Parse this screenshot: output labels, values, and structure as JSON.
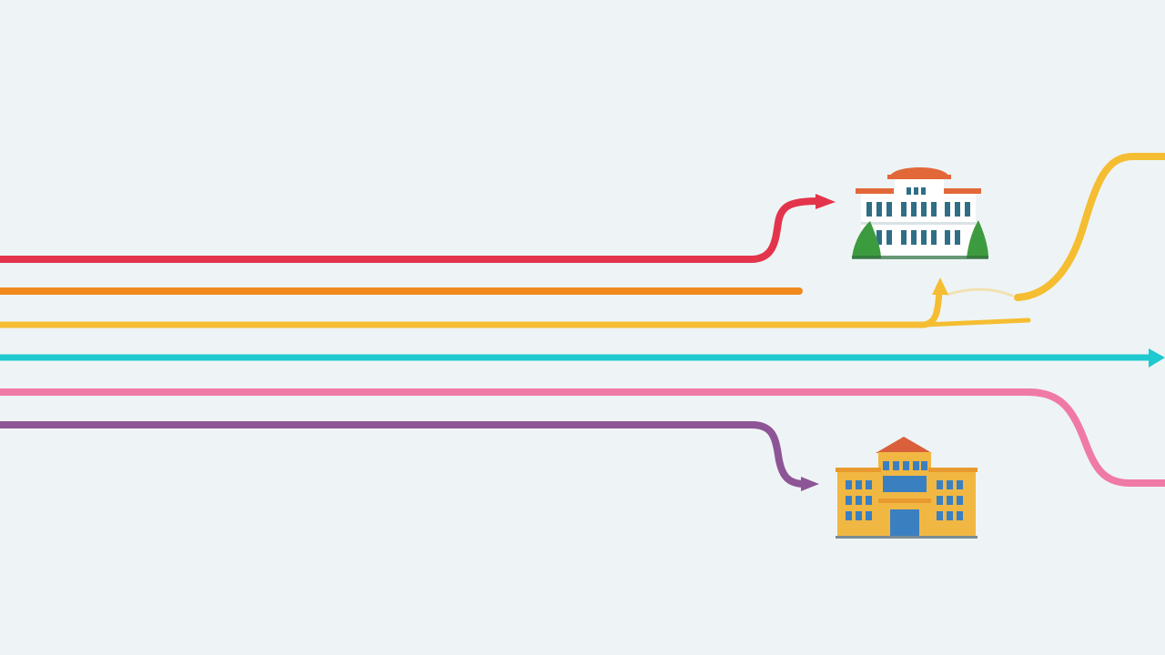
{
  "scene": {
    "background": "#eef4f5",
    "paths": [
      {
        "id": "red-path",
        "color": "#e3344b"
      },
      {
        "id": "orange-path",
        "color": "#f08a1e"
      },
      {
        "id": "yellow-path",
        "color": "#f5bd31"
      },
      {
        "id": "cyan-path",
        "color": "#1ec9cf"
      },
      {
        "id": "pink-path",
        "color": "#f07aa6"
      },
      {
        "id": "purple-path",
        "color": "#8e5596"
      }
    ],
    "buildings": [
      {
        "id": "white-building",
        "icon": "white-classical-building-icon",
        "roof": "#e2683a",
        "walls": "#ffffff",
        "windows": "#2f6f86",
        "trees": "#3d9b3f"
      },
      {
        "id": "yellow-building",
        "icon": "yellow-school-building-icon",
        "roof": "#d9603a",
        "walls": "#f1b743",
        "windows": "#3a7fc0"
      }
    ]
  }
}
